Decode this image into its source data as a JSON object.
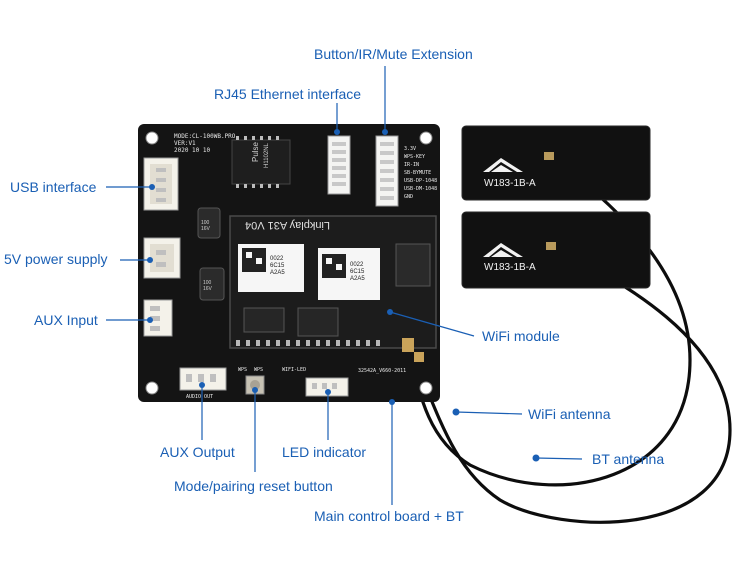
{
  "callouts": {
    "button_ir_mute": "Button/IR/Mute Extension",
    "rj45": "RJ45 Ethernet interface",
    "usb": "USB interface",
    "power": "5V power supply",
    "aux_input": "AUX Input",
    "wifi_module": "WiFi module",
    "wifi_antenna": "WiFi antenna",
    "bt_antenna": "BT antenna",
    "aux_output": "AUX Output",
    "led_indicator": "LED indicator",
    "mode_reset": "Mode/pairing reset button",
    "main_board": "Main control board + BT"
  },
  "board": {
    "model": "MODE:CL-100WB.PRO",
    "version": "VER:V1",
    "date": "2020 10 10",
    "module_brand": "Linkplay A31 V04",
    "qr_code_1": "0022\n6C15\nA2A5",
    "qr_code_2": "0022\n6C15\nA2A5",
    "transformer_brand": "Pulse",
    "transformer_part": "H1102NL",
    "cap_1": "100\n16V",
    "cap_2": "100\n16V",
    "connector_pins": [
      "3.3V",
      "WPS-KEY",
      "IR-IN",
      "SB-BYMUTE",
      "USB-DP-1048",
      "USB-DM-1048",
      "GND"
    ],
    "wps_label_1": "WPS",
    "wps_label_2": "WPS",
    "wifi_led_label": "WIFI-LED",
    "audio_out_label": "AUDIO OUT",
    "pcb_code": "32542A_V660-2011"
  },
  "antennas": {
    "model": "W183-1B-A",
    "model_2": "W183-1B-A"
  },
  "colors": {
    "callout_text": "#1a5fb4",
    "leader_line": "#1a5fb4",
    "pcb": "#141414",
    "antenna_pad": "#111111"
  }
}
